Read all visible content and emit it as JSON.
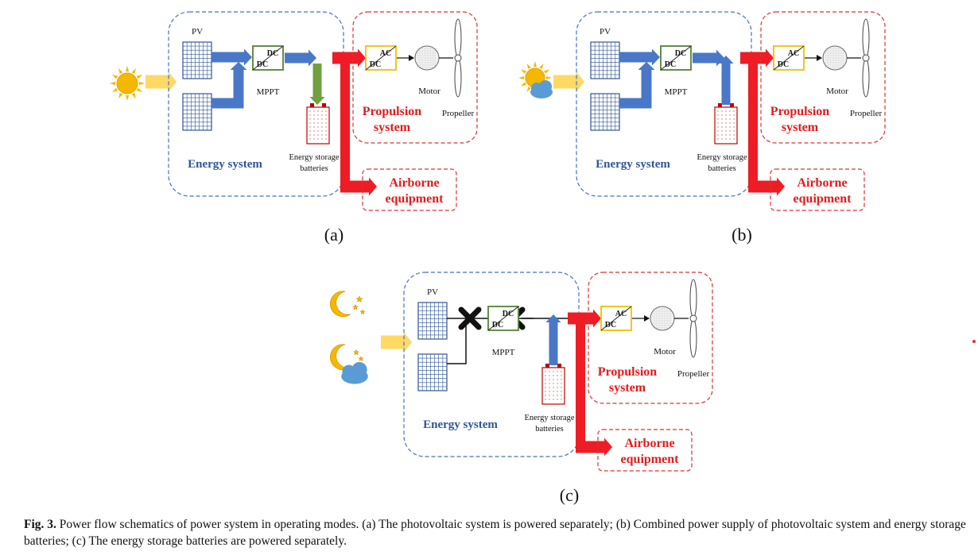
{
  "labels": {
    "pv": "PV",
    "dc": "DC",
    "ac": "AC",
    "mppt": "MPPT",
    "motor": "Motor",
    "propeller": "Propeller",
    "energy_system": "Energy system",
    "energy_storage_line1": "Energy storage",
    "energy_storage_line2": "batteries",
    "propulsion_line1": "Propulsion",
    "propulsion_line2": "system",
    "airborne_line1": "Airborne",
    "airborne_line2": "equipment"
  },
  "panels": [
    {
      "id": "a",
      "label": "(a)",
      "power_source": "sun-icon"
    },
    {
      "id": "b",
      "label": "(b)",
      "power_source": "sun-behind-cloud-icon"
    },
    {
      "id": "c",
      "label": "(c)",
      "power_source": "moon-stars-icon"
    }
  ],
  "caption": {
    "fig": "Fig. 3.",
    "text": " Power flow schematics of power system in operating modes. (a) The photovoltaic system is powered separately; (b) Combined power supply of photovoltaic system and energy storage batteries; (c) The energy storage batteries are powered separately."
  },
  "colors": {
    "blue_box": "#4472c4",
    "red_box": "#e03030",
    "blue_arrow": "#4a78c8",
    "red_arrow": "#ee1c24",
    "green_arrow": "#70a040",
    "yellow": "#f5b800",
    "sun_arrow": "#ffd966",
    "dc_box": "#548235",
    "ac_box": "#f0c000"
  }
}
